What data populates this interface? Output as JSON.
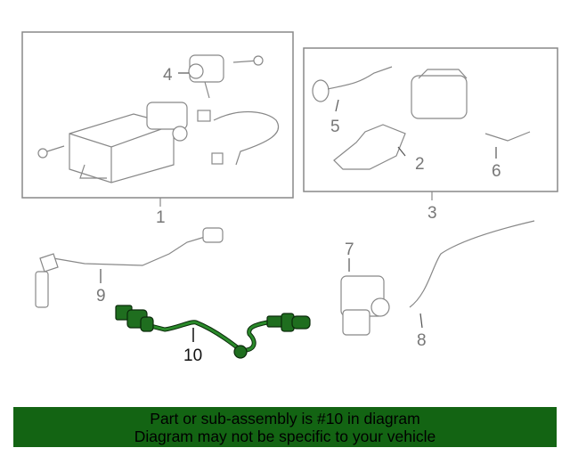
{
  "diagram": {
    "callouts": [
      "1",
      "2",
      "3",
      "4",
      "5",
      "6",
      "7",
      "8",
      "9",
      "10"
    ],
    "highlighted_part": "10",
    "highlight_color": "#1f6e1f"
  },
  "banner": {
    "line1": "Part or sub-assembly is #10 in diagram",
    "line2": "Diagram may not be specific to your vehicle",
    "background": "#136413"
  }
}
